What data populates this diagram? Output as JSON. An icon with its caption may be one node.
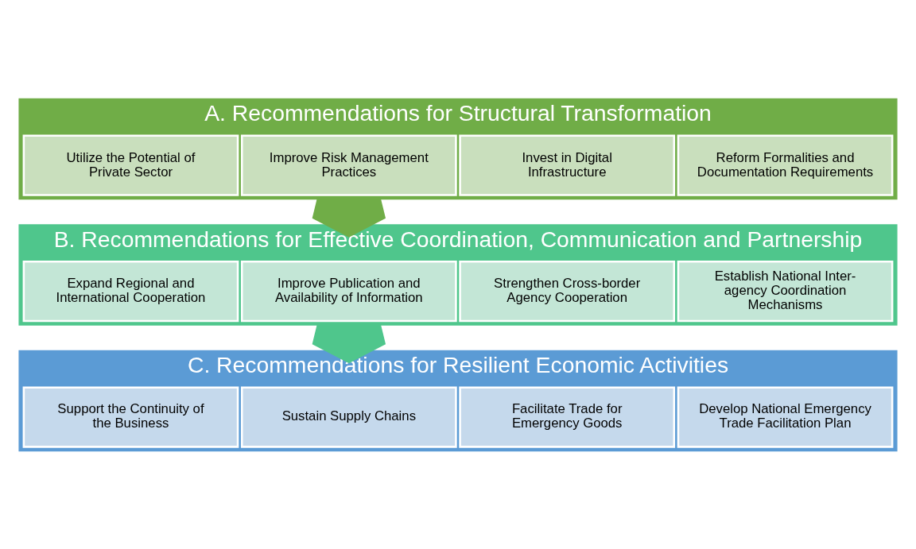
{
  "diagram": {
    "nodes": [
      {
        "text": [
          "A. Recommendations for Structural Transformation"
        ]
      },
      {
        "text": [
          "Reform Formalities and Documentation Requirements"
        ],
        "in": 0
      },
      {
        "text": [
          "Invest in Digital Infrastructure"
        ],
        "in": 0
      },
      {
        "text": [
          "Improve Risk Management Practices"
        ],
        "in": 0
      },
      {
        "text": [
          "Utilize the Potential of Private Sector"
        ],
        "in": 0
      },
      {
        "text": [
          "B. Recommendations for Effective Coordination, Communication and Partnership"
        ]
      },
      {
        "text": [
          "Establish National Inter-agency Coordination Mechanisms"
        ],
        "in": 5
      },
      {
        "text": [
          "Strengthen Cross-border Agency Cooperation"
        ],
        "in": 5
      },
      {
        "text": [
          "Improve Publication and Availability of Information"
        ],
        "in": 5
      },
      {
        "text": [
          "Expand Regional and International Cooperation"
        ],
        "in": 5
      },
      {
        "text": [
          "C. Recommendations for Resilient Economic Activities"
        ]
      },
      {
        "text": [
          "Develop National Emergency Trade Facilitation Plan"
        ],
        "in": 10
      },
      {
        "text": [
          "Facilitate Trade for Emergency Goods"
        ],
        "in": 10
      },
      {
        "text": [
          "Sustain Supply Chains"
        ],
        "in": 10
      },
      {
        "text": [
          "Support the Continuity of the Business"
        ],
        "in": 10
      }
    ],
    "edges": [
      {
        "from": 0,
        "to": 5,
        "arrow": "to",
        "style": "thick",
        "color": "#70ad47"
      },
      {
        "from": 5,
        "to": 10,
        "arrow": "to",
        "style": "thick",
        "color": "#4fc68c"
      }
    ]
  }
}
